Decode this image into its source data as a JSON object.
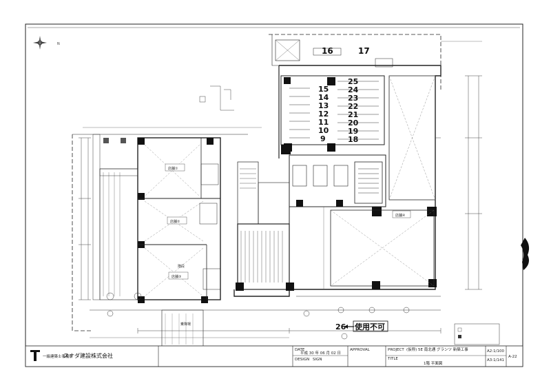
{
  "spot_numbers_top": [
    "16",
    "17"
  ],
  "spot_numbers_left": [
    "15",
    "14",
    "13",
    "12",
    "11",
    "10",
    "9"
  ],
  "spot_numbers_right": [
    "25",
    "24",
    "23",
    "22",
    "21",
    "20",
    "19",
    "18"
  ],
  "spot_numbers_bottom": [
    "26"
  ],
  "unusable_note": "使用不可",
  "compass_label": "N",
  "rooms": {
    "store1": "店舗①",
    "store2": "店舗②",
    "store3": "店舗③",
    "store4": "店舗④",
    "stair": "階段",
    "boarding": "乗降場"
  },
  "title_block": {
    "company": "スナダ建設株式会社",
    "company_sub": "一級建築士事務所",
    "date_label": "DATE",
    "date_value": "平成 30 年 06 月 02 日",
    "approval_label": "APPROVAL",
    "project_label": "PROJECT",
    "project_value": "(仮称) 5E 南北通 グランツ 新築工事",
    "title_label": "TITLE",
    "title_value": "1階 平面図",
    "design_label": "DESIGN",
    "sign_label": "SIGN",
    "scale_a2": "A2:1/100",
    "scale_a3": "A3:1/141",
    "sheet_no": "A-22"
  }
}
